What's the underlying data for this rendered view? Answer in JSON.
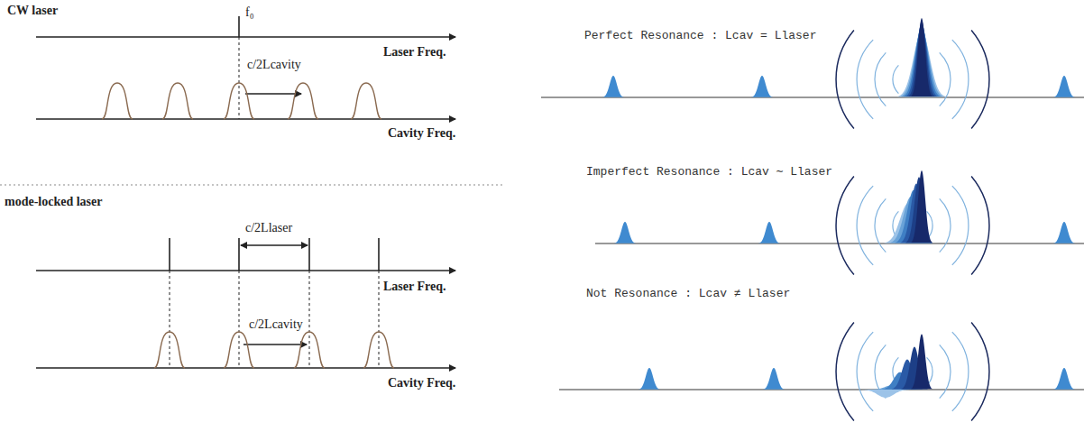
{
  "diagram": {
    "labels": [
      "CW laser",
      "f₀",
      "Laser Freq.",
      "c/2Lcavity",
      "Cavity Freq.",
      "mode-locked laser",
      "c/2Llaser",
      "Laser Freq.",
      "c/2Lcavity",
      "Cavity Freq.",
      "Perfect Resonance : Lcav = Llaser",
      "Imperfect Resonance : Lcav ∼ Llaser",
      "Not Resonance : Lcav ≠ Llaser"
    ]
  }
}
